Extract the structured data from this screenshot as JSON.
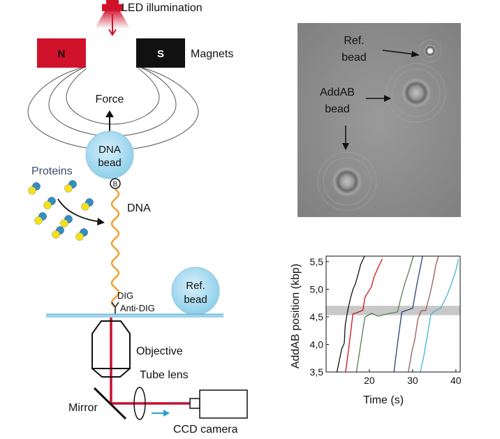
{
  "setup": {
    "led_label": "LED illumination",
    "magnet_n": "N",
    "magnet_s": "S",
    "magnets_label": "Magnets",
    "force_label": "Force",
    "dna_bead_line1": "DNA",
    "dna_bead_line2": "bead",
    "biotin_label": "B",
    "proteins_label": "Proteins",
    "dna_label": "DNA",
    "dig_label": "DIG",
    "anti_dig_label": "Anti-DIG",
    "ref_bead_line1": "Ref.",
    "ref_bead_line2": "bead",
    "objective_label": "Objective",
    "tube_lens_label": "Tube lens",
    "mirror_label": "Mirror",
    "ccd_label": "CCD camera"
  },
  "micrograph": {
    "ref_label_line1": "Ref.",
    "ref_label_line2": "bead",
    "addab_label_line1": "AddAB",
    "addab_label_line2": "bead"
  },
  "colors": {
    "magnet_n": "#d0122b",
    "magnet_s": "#111111",
    "bead": "#a9dcf2",
    "light_path": "#c8102e",
    "dna": "#f0a030",
    "protein_yellow": "#f5e11a",
    "protein_blue": "#2f8fc8",
    "surface": "#9ed4ea",
    "proteins_text": "#3a4a6b"
  },
  "chart_data": {
    "type": "line",
    "xlabel": "Time (s)",
    "ylabel": "AddAB position (kbp)",
    "xlim": [
      10,
      41
    ],
    "ylim": [
      3.5,
      5.6
    ],
    "xticks": [
      "20",
      "30",
      "40"
    ],
    "yticks": [
      "3,5",
      "4,0",
      "4,5",
      "5,0",
      "5,5"
    ],
    "pause_band": [
      4.53,
      4.7
    ],
    "series": [
      {
        "color": "#111111",
        "x": [
          12.5,
          13.6,
          14.2,
          14.4,
          15.0,
          15.7,
          16.2,
          16.8,
          17.3,
          18.0,
          18.9
        ],
        "y": [
          3.5,
          3.92,
          4.02,
          4.35,
          4.62,
          4.85,
          5.0,
          5.1,
          5.25,
          5.45,
          5.6
        ]
      },
      {
        "color": "#d0101a",
        "x": [
          14.5,
          15.2,
          15.8,
          16.2,
          17.0,
          18.5,
          19.0,
          20.5,
          21.0,
          22.0,
          23.0
        ],
        "y": [
          3.5,
          3.9,
          4.3,
          4.55,
          4.58,
          4.62,
          4.85,
          5.05,
          5.2,
          5.4,
          5.55
        ]
      },
      {
        "color": "#5a7a55",
        "x": [
          17.0,
          17.8,
          18.5,
          19.0,
          20.5,
          22.0,
          24.0,
          26.5,
          27.3,
          28.2,
          29.0,
          30.2
        ],
        "y": [
          3.5,
          3.9,
          4.25,
          4.5,
          4.56,
          4.52,
          4.55,
          4.58,
          4.85,
          5.1,
          5.3,
          5.6
        ]
      },
      {
        "color": "#2a3f7a",
        "x": [
          25.7,
          26.3,
          27.0,
          27.5,
          28.5,
          30.0,
          31.0,
          31.8,
          32.3
        ],
        "y": [
          3.5,
          3.9,
          4.3,
          4.58,
          4.62,
          4.65,
          5.1,
          5.4,
          5.6
        ]
      },
      {
        "color": "#9a5a5a",
        "x": [
          29.0,
          29.8,
          30.5,
          31.2,
          32.0,
          33.0,
          34.0,
          34.8,
          35.4,
          36.0
        ],
        "y": [
          3.5,
          3.85,
          4.1,
          4.45,
          4.6,
          4.62,
          4.9,
          5.2,
          5.45,
          5.6
        ]
      },
      {
        "color": "#3eb5d6",
        "x": [
          31.8,
          32.6,
          33.5,
          34.2,
          35.0,
          36.5,
          38.0,
          39.0,
          40.0,
          40.6
        ],
        "y": [
          3.5,
          3.8,
          4.2,
          4.55,
          4.6,
          4.65,
          4.9,
          5.1,
          5.35,
          5.55
        ]
      }
    ]
  }
}
